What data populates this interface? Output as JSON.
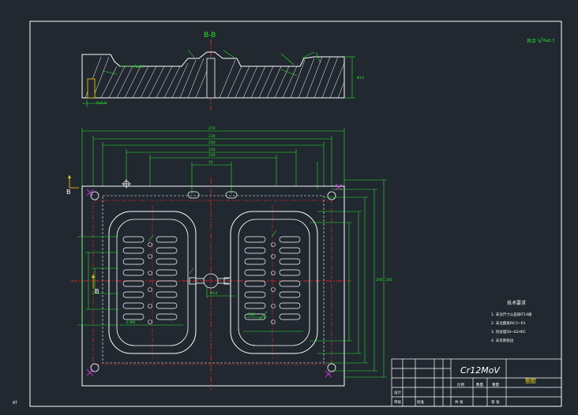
{
  "section": {
    "label": "B-B",
    "surface_note": "其余",
    "roughness_right": "Ra6.3",
    "roughness_center": "Ra6.3",
    "roughness_bottom": "Ra0.8"
  },
  "plan": {
    "view_marker_top": "B",
    "view_marker_bottom": "B",
    "dim_overall": "270",
    "dim_2": "230",
    "dim_3": "200",
    "dim_4": "156",
    "dim_5": "100",
    "dim_right_1": "240",
    "dim_right_2": "200",
    "dim_pitch": "10",
    "dim_hole": "Φ14",
    "note_small_1": "4-M8",
    "note_small_2": "R10"
  },
  "tech_req": {
    "title": "技术要求",
    "items": [
      "1. 未注尺寸公差按IT14级",
      "2. 未注圆角R0.5~R1",
      "3. 热处理58~62HRC",
      "4. 去毛刺锐边"
    ]
  },
  "title_block": {
    "material": "Cr12MoV",
    "part_name": "型腔",
    "cell_scale": "比例",
    "cell_qty": "数量",
    "cell_weight": "重量",
    "cell_design": "设计",
    "cell_check": "审核",
    "cell_approve": "批准",
    "cell_sheet": "共 张",
    "cell_page": "第 张"
  },
  "corner_mark": "AT",
  "colors": {
    "background": "#212830",
    "outline": "#ffffff",
    "dimension": "#28e628",
    "centerline": "#ff2a2a",
    "hatch": "#ffffff",
    "hidden": "#ffd200",
    "magenta": "#ff33ff",
    "blue_text": "#2ab0ff",
    "title_text": "#ffe81a"
  }
}
